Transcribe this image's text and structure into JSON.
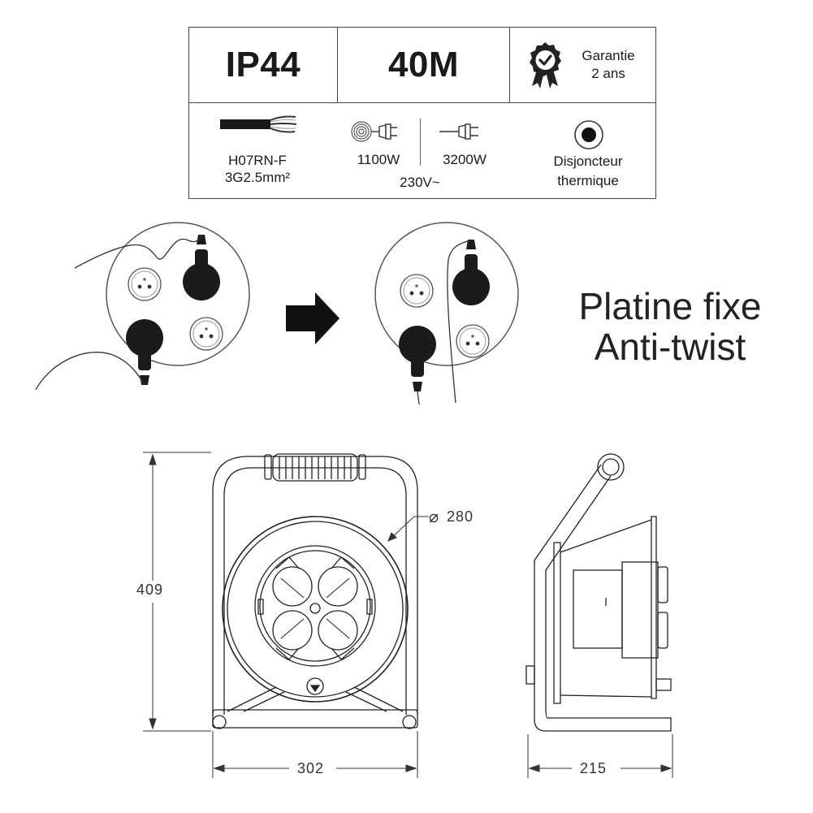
{
  "spec": {
    "ip_rating": "IP44",
    "length": "40M",
    "warranty": {
      "line1": "Garantie",
      "line2": "2 ans",
      "icon": "warranty-badge-icon"
    },
    "cable": {
      "line1": "H07RN-F",
      "line2": "3G2.5mm²",
      "icon": "cable-icon"
    },
    "power_coiled": "1100W",
    "power_uncoiled": "3200W",
    "voltage": "230V~",
    "breaker": {
      "line1": "Disjoncteur",
      "line2": "thermique",
      "icon": "breaker-button-icon"
    }
  },
  "feature": {
    "line1": "Platine fixe",
    "line2": "Anti-twist"
  },
  "dimensions": {
    "height": "409",
    "width": "302",
    "depth": "215",
    "diameter": "280"
  }
}
